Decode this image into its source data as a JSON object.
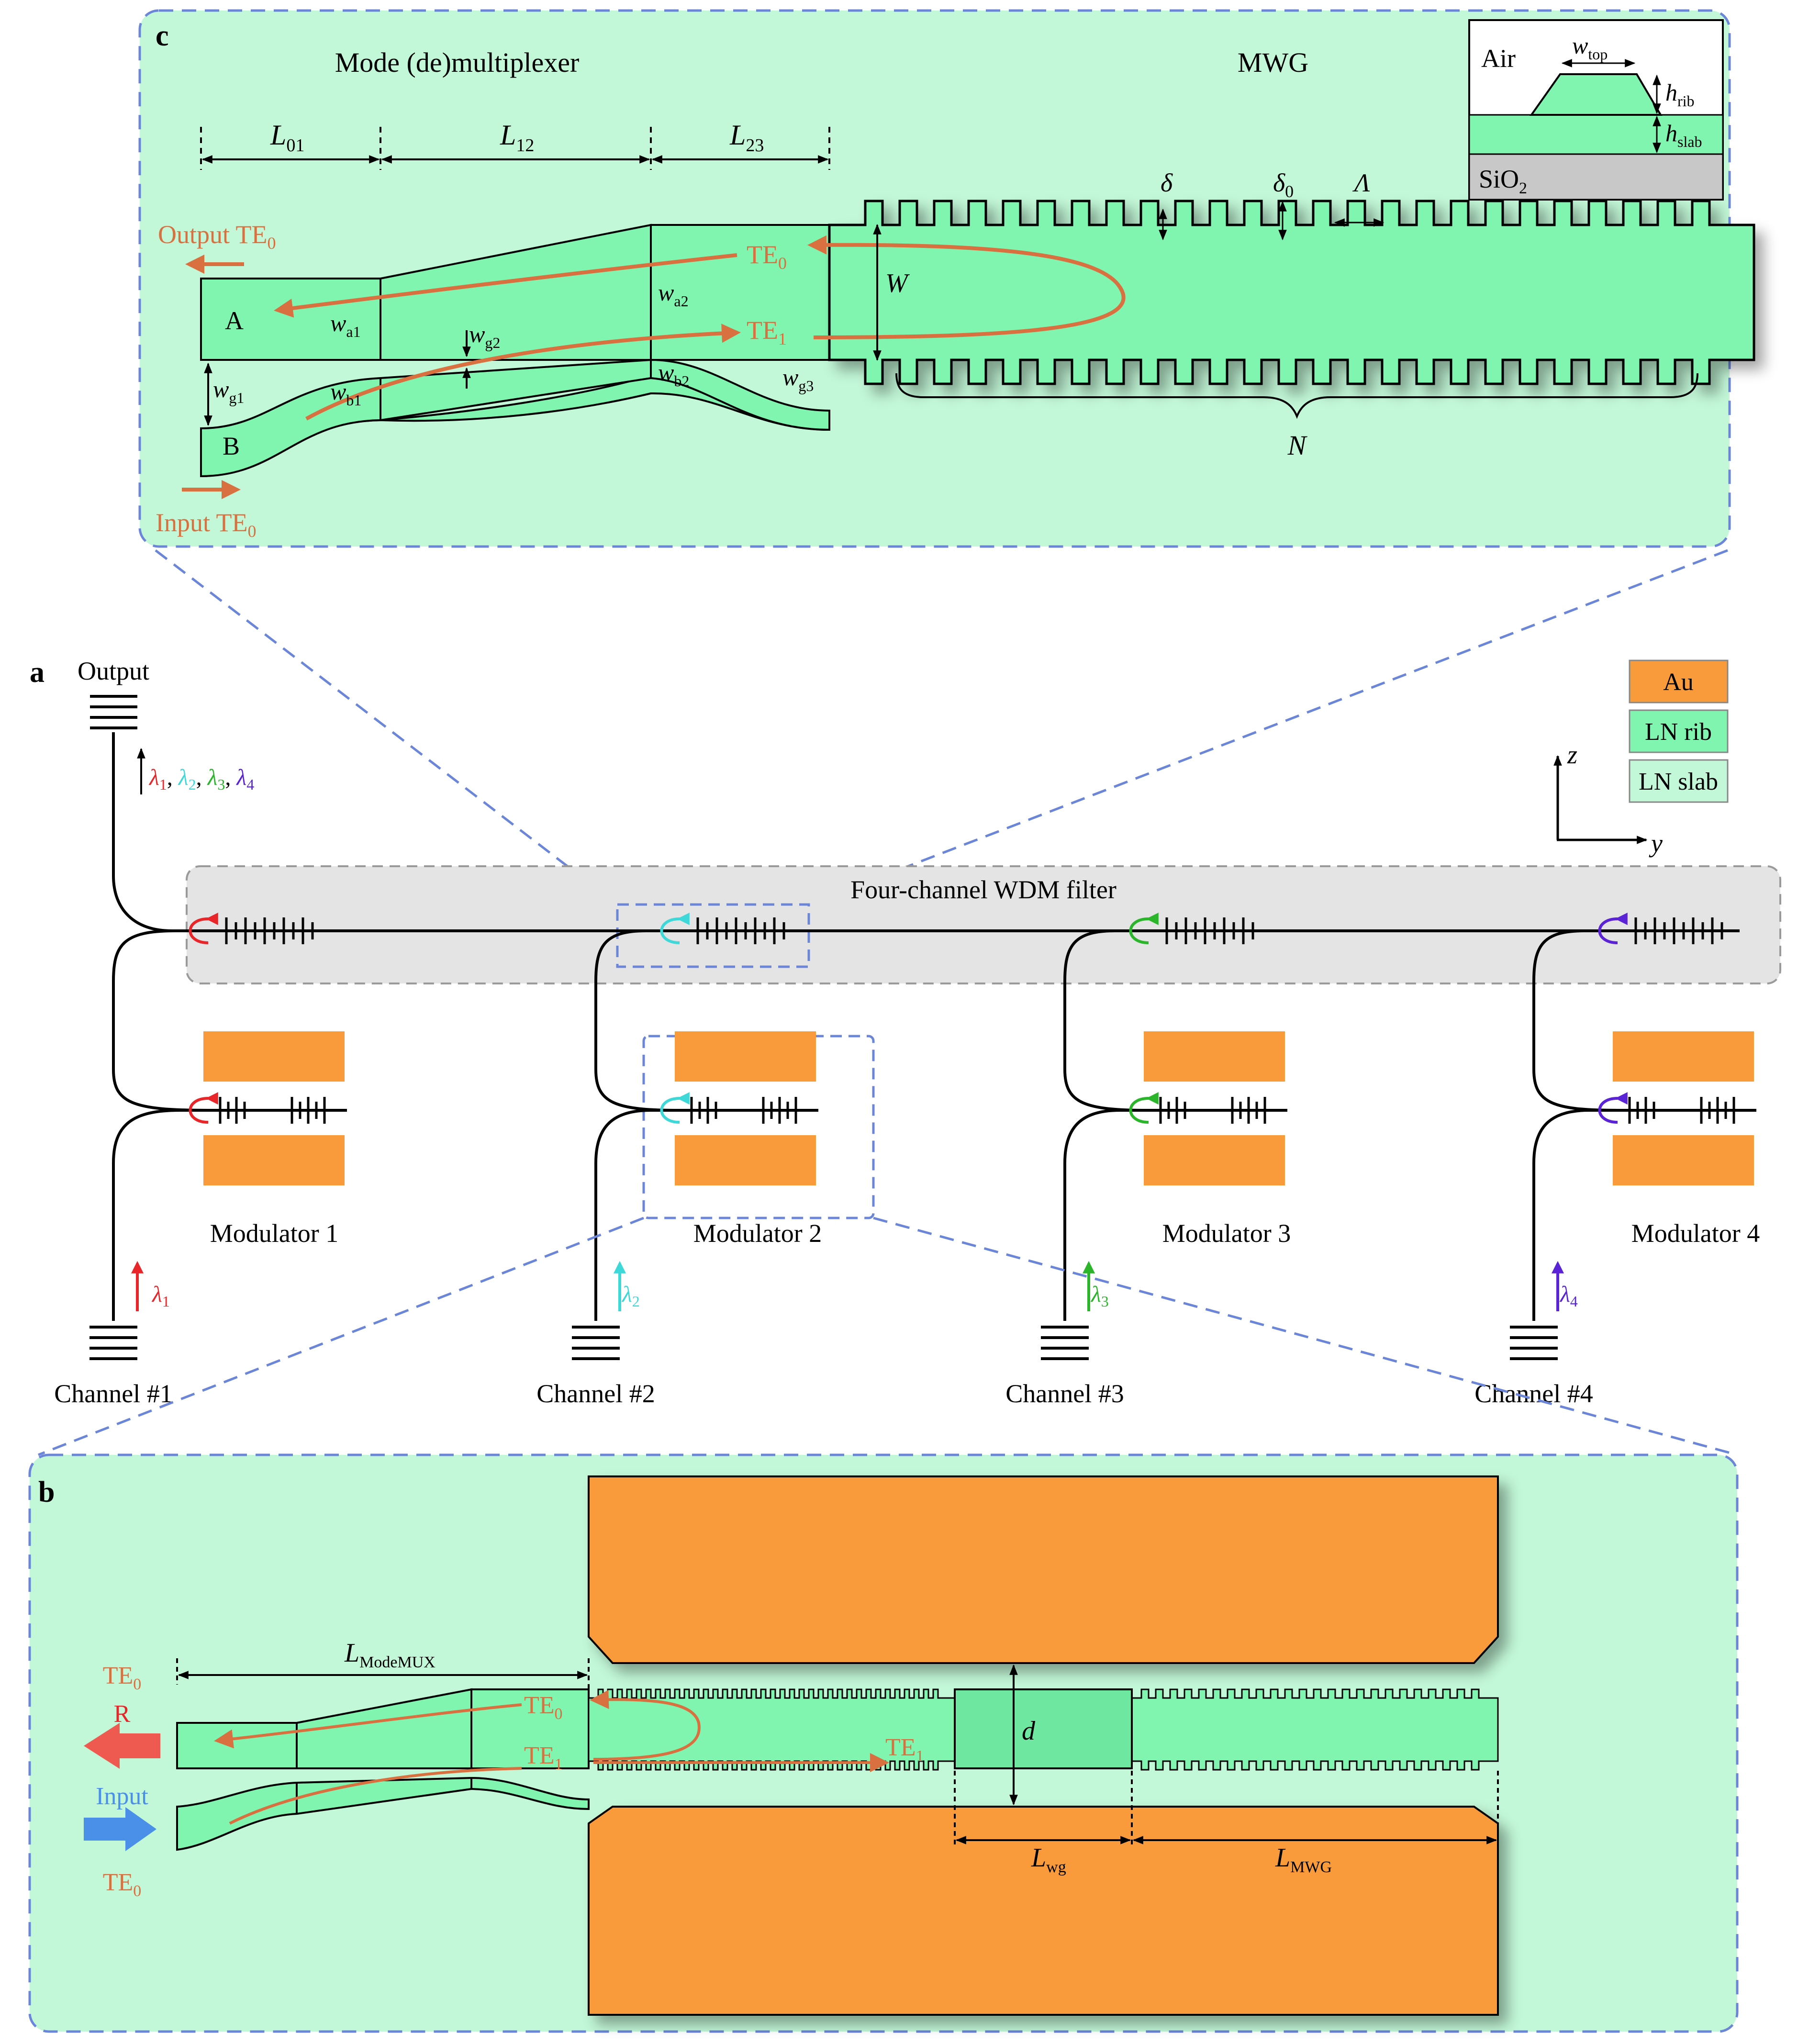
{
  "colors": {
    "panel_green": "#c2f7d7",
    "wg_green": "#7ff5b0",
    "wg_green_dark": "#6ee8a0",
    "gold": "#f99b3a",
    "gray_panel": "#e4e4e4",
    "dash_blue": "#6b86d8",
    "beam": "#d9703f",
    "red": "#e8262a",
    "cyan": "#3fd8d8",
    "green": "#2ab52a",
    "purple": "#5a24d6",
    "sio2": "#c8c8c8"
  },
  "panel_a": {
    "label": "a",
    "output_label": "Output",
    "lambda_sym": "λ",
    "subs": [
      "1",
      "2",
      "3",
      "4"
    ],
    "comma": ",",
    "filter_label": "Four-channel WDM filter",
    "modulators": [
      "Modulator 1",
      "Modulator 2",
      "Modulator 3",
      "Modulator 4"
    ],
    "channels": [
      "Channel #1",
      "Channel #2",
      "Channel #3",
      "Channel #4"
    ],
    "axis_z": "z",
    "axis_y": "y",
    "legend": [
      "Au",
      "LN rib",
      "LN slab"
    ]
  },
  "panel_b": {
    "label": "b",
    "l_modemux": "L",
    "l_modemux_sub": "ModeMUX",
    "te": "TE",
    "sub0": "0",
    "sub1": "1",
    "r_label": "R",
    "input_label": "Input",
    "d_label": "d",
    "l_wg": "L",
    "l_wg_sub": "wg",
    "l_mwg": "L",
    "l_mwg_sub": "MWG"
  },
  "panel_c": {
    "label": "c",
    "mux_title": "Mode (de)multiplexer",
    "mwg_title": "MWG",
    "L": "L",
    "L_subs": [
      "01",
      "12",
      "23"
    ],
    "output_te": "Output TE",
    "input_te": "Input TE",
    "te": "TE",
    "sub0": "0",
    "sub1": "1",
    "A": "A",
    "B": "B",
    "w": "w",
    "w_subs": [
      "a1",
      "a2",
      "b1",
      "b2",
      "g1",
      "g2",
      "g3"
    ],
    "W": "W",
    "delta": "δ",
    "delta0_sub": "0",
    "Lambda": "Λ",
    "N": "N",
    "inset": {
      "air": "Air",
      "w": "w",
      "w_sub": "top",
      "h": "h",
      "h_rib_sub": "rib",
      "h_slab_sub": "slab",
      "sio2": "SiO",
      "sio2_sub": "2"
    }
  }
}
